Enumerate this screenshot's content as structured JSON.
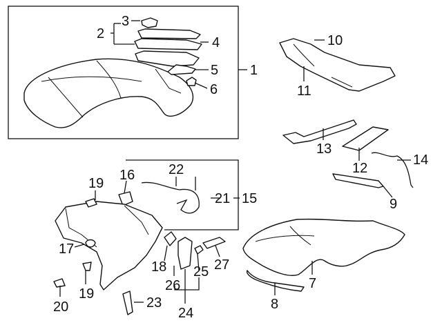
{
  "callouts": {
    "n1": "1",
    "n2": "2",
    "n3": "3",
    "n4": "4",
    "n5": "5",
    "n6": "6",
    "n7": "7",
    "n8": "8",
    "n9": "9",
    "n10": "10",
    "n11": "11",
    "n12": "12",
    "n13": "13",
    "n14": "14",
    "n15": "15",
    "n16": "16",
    "n17": "17",
    "n18": "18",
    "n19a": "19",
    "n19b": "19",
    "n20": "20",
    "n21": "21",
    "n22": "22",
    "n23": "23",
    "n24": "24",
    "n25": "25",
    "n26": "26",
    "n27": "27"
  }
}
